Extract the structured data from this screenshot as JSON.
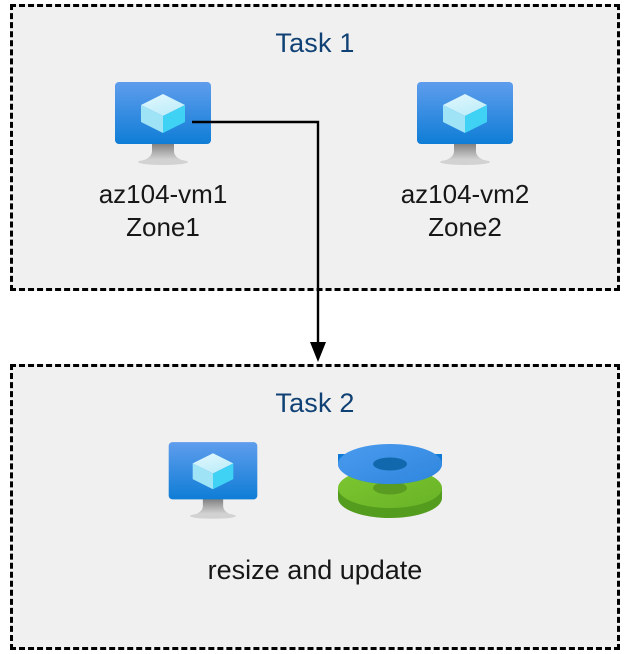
{
  "diagram": {
    "type": "flow-diagram",
    "background_color": "#ffffff",
    "panel_fill": "#f0f0f0",
    "panel_border_color": "#000000",
    "title_color": "#0f4174",
    "label_color": "#171717",
    "connector_color": "#000000"
  },
  "task1": {
    "title": "Task 1",
    "nodes": [
      {
        "icon": "virtual-machine-icon",
        "name": "az104-vm1",
        "zone": "Zone1",
        "label": "az104-vm1\nZone1"
      },
      {
        "icon": "virtual-machine-icon",
        "name": "az104-vm2",
        "zone": "Zone2",
        "label": "az104-vm2\nZone2"
      }
    ],
    "vm1_name": "az104-vm1",
    "vm1_zone": "Zone1",
    "vm2_name": "az104-vm2",
    "vm2_zone": "Zone2"
  },
  "task2": {
    "title": "Task 2",
    "vm_name": "",
    "caption": "resize and update",
    "icons": [
      "virtual-machine-icon",
      "managed-disks-icon"
    ]
  },
  "connector": {
    "from": "az104-vm1",
    "to": "Task 2",
    "style": "elbow-arrow",
    "arrowhead": "solid-triangle",
    "color": "#000000"
  },
  "icon_colors": {
    "vm_screen_top": "#5b9bea",
    "vm_screen_bottom": "#1380da",
    "vm_cube_light": "#c6edfb",
    "vm_cube_cyan": "#3fd2f5",
    "vm_stand_top": "#8a8a8a",
    "vm_stand_bottom": "#d9d9d9",
    "disk_blue_top": "#3c91e6",
    "disk_blue_side": "#0f7ad6",
    "disk_blue_hole": "#1268ad",
    "disk_green_top": "#73bf2f",
    "disk_green_side": "#559c1f",
    "disk_green_hole": "#5a9c22"
  }
}
